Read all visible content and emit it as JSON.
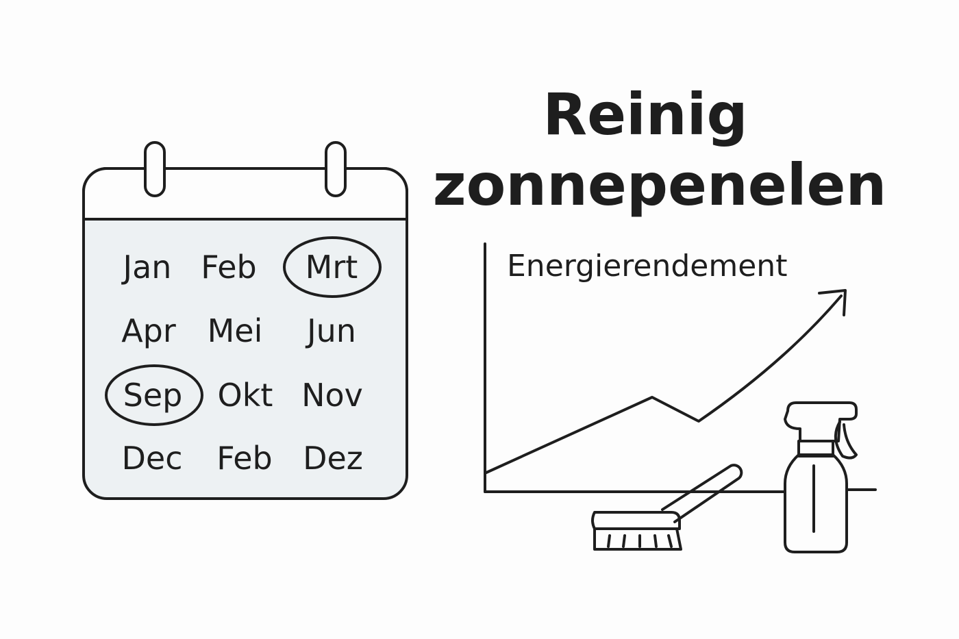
{
  "title": {
    "line1": "Reinig",
    "line2": "zonnepenelen"
  },
  "calendar": {
    "months": [
      {
        "label": "Jan",
        "circled": false
      },
      {
        "label": "Feb",
        "circled": false
      },
      {
        "label": "Mrt",
        "circled": true
      },
      {
        "label": "Apr",
        "circled": false
      },
      {
        "label": "Mei",
        "circled": false
      },
      {
        "label": "Jun",
        "circled": false
      },
      {
        "label": "Sep",
        "circled": true
      },
      {
        "label": "Okt",
        "circled": false
      },
      {
        "label": "Nov",
        "circled": false
      },
      {
        "label": "Dec",
        "circled": false
      },
      {
        "label": "Feb",
        "circled": false
      },
      {
        "label": "Dez",
        "circled": false
      }
    ]
  },
  "chart": {
    "label": "Energierendement",
    "trend": "rising"
  },
  "icons": {
    "brush": "cleaning-brush-icon",
    "spray": "spray-bottle-icon"
  },
  "colors": {
    "ink": "#1e1e1e",
    "calendar_fill": "#edf1f3",
    "background": "#fdfdfd"
  }
}
